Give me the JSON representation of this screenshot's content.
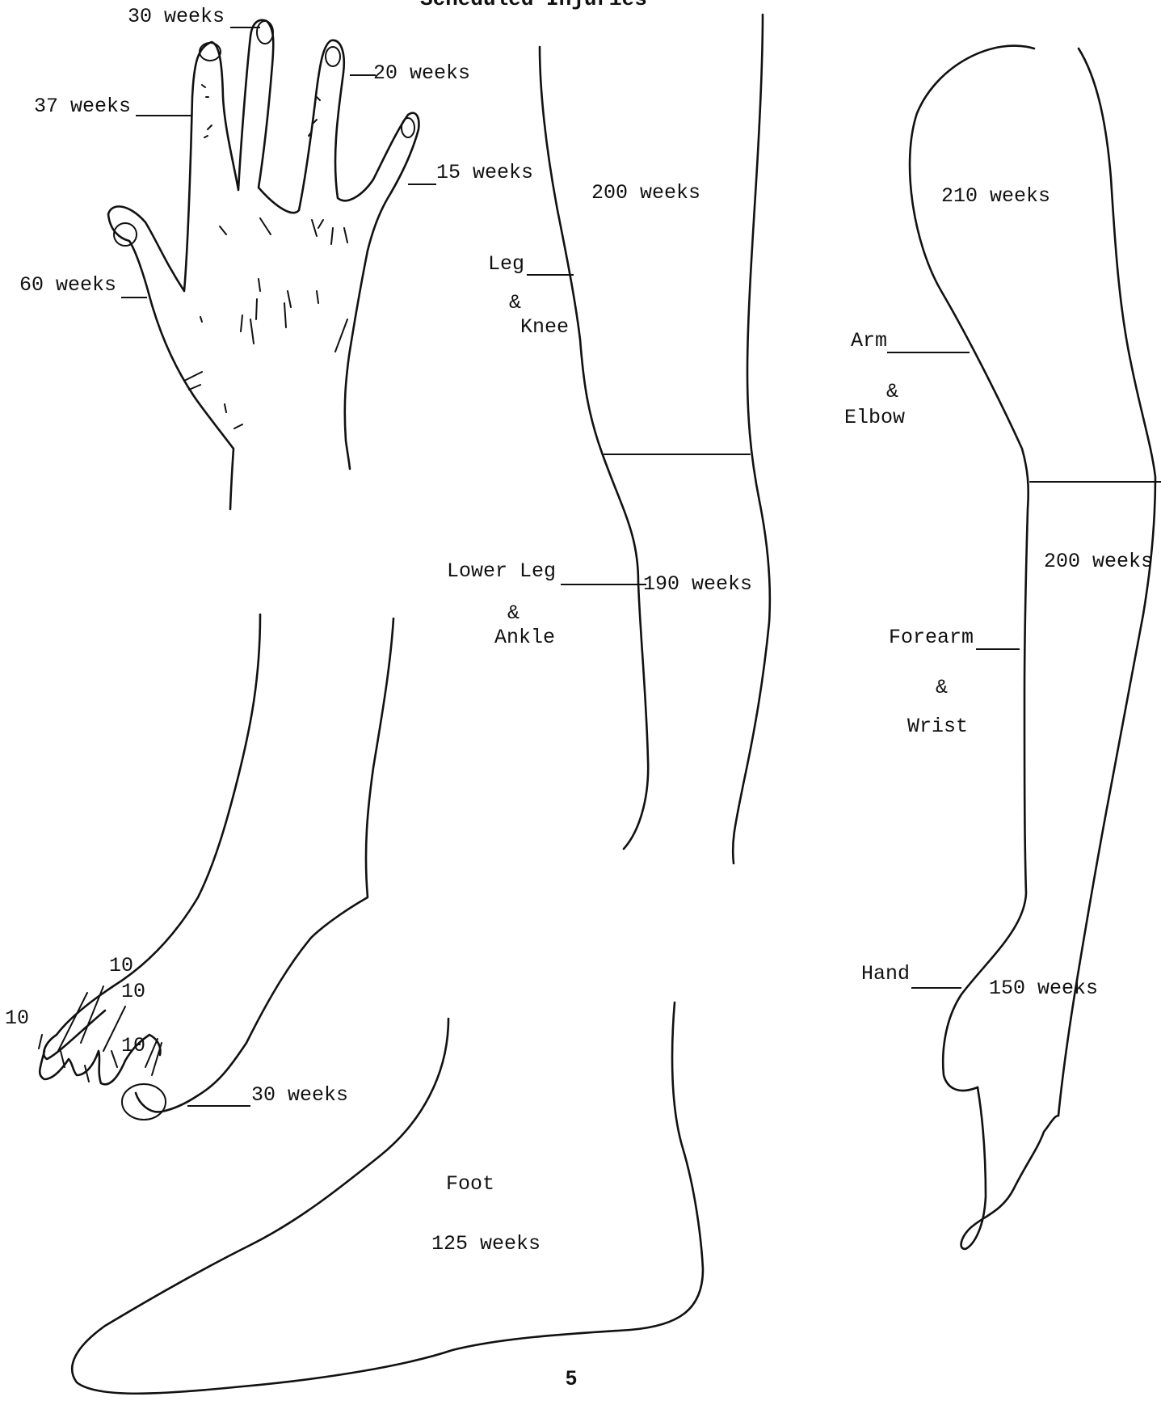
{
  "page": {
    "title": "Scheduled Injuries",
    "page_number": "5"
  },
  "hand_diagram": {
    "finger_labels": {
      "middle": "30 weeks",
      "ring": "20 weeks",
      "index": "37 weeks",
      "little": "15 weeks",
      "thumb": "60 weeks"
    }
  },
  "leg_diagram": {
    "upper": {
      "name": "Leg",
      "amp": "&",
      "joint": "Knee",
      "weeks": "200 weeks"
    },
    "lower": {
      "name": "Lower Leg",
      "amp": "&",
      "joint": "Ankle",
      "weeks": "190 weeks"
    }
  },
  "arm_diagram": {
    "upper": {
      "name": "Arm",
      "amp": "&",
      "joint": "Elbow",
      "weeks": "210 weeks"
    },
    "lower": {
      "name": "Forearm",
      "amp": "&",
      "joint": "Wrist",
      "weeks": "200 weeks"
    },
    "hand": {
      "name": "Hand",
      "weeks": "150 weeks"
    }
  },
  "foot_diagram": {
    "name": "Foot",
    "weeks": "125 weeks",
    "great_toe": "30 weeks",
    "toe_labels": [
      "10",
      "10",
      "10",
      "10"
    ]
  }
}
